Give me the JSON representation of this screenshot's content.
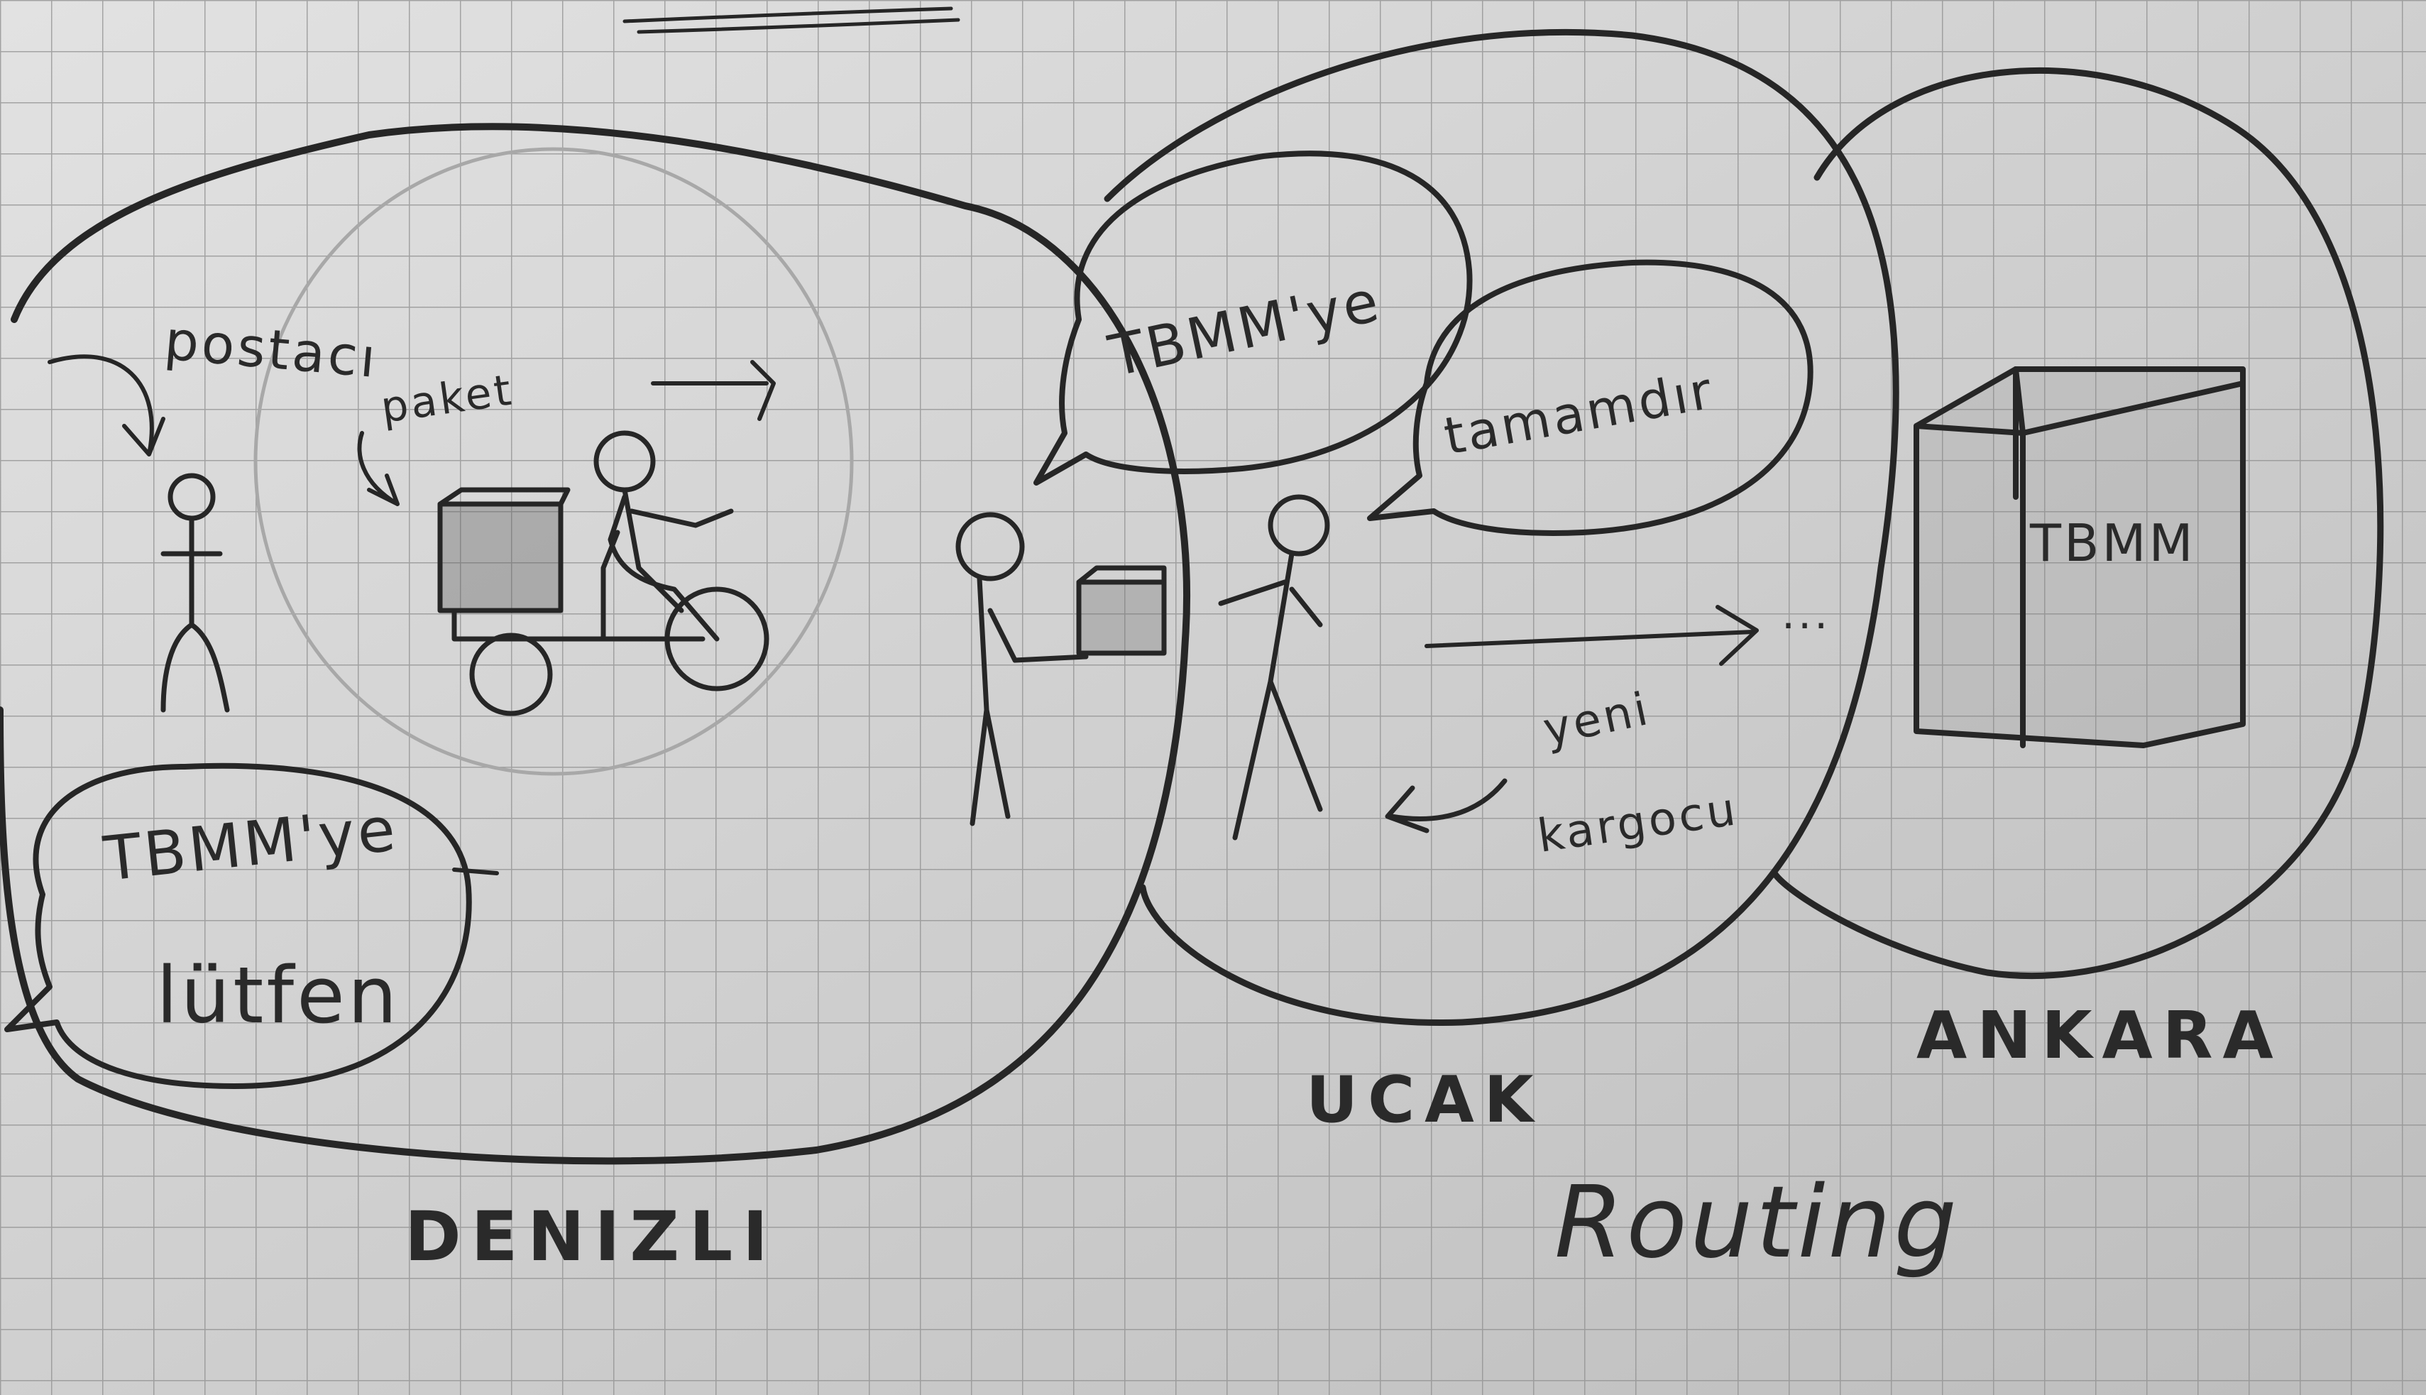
{
  "diagram": {
    "regions": {
      "denizli": "DENIZLI",
      "ucak": "UCAK",
      "ankara": "ANKARA"
    },
    "bubbles": {
      "sender_request": [
        "TBMM'ye",
        "lütfen"
      ],
      "handover_request": "TBMM'ye",
      "handover_reply": "tamamdır"
    },
    "annotations": {
      "postaci": "postacı",
      "paket": "paket",
      "yeni_kargocu": [
        "yeni",
        "kargocu"
      ],
      "ellipsis": "..."
    },
    "building_label": "TBMM",
    "caption": "Routing",
    "colors": {
      "paper": "#cfcfcf",
      "grid": "#8e8e8e",
      "pencil": "#262626",
      "faint": "#a8a8a8"
    }
  }
}
